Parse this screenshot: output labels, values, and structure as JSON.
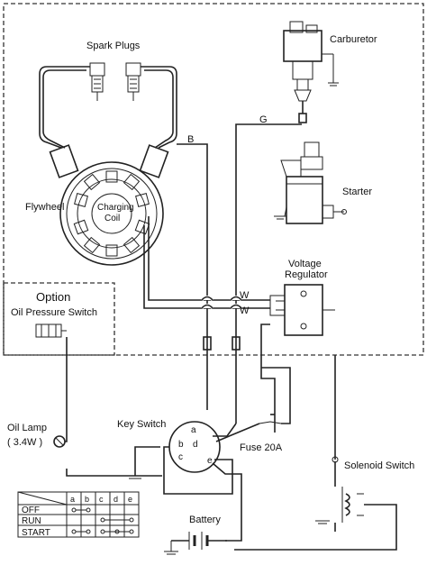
{
  "labels": {
    "spark_plugs": "Spark Plugs",
    "carburetor": "Carburetor",
    "flywheel": "Flywheel",
    "charging_coil_line1": "Charging",
    "charging_coil_line2": "Coil",
    "starter": "Starter",
    "voltage_regulator_line1": "Voltage",
    "voltage_regulator_line2": "Regulator",
    "option_title": "Option",
    "oil_pressure_switch": "Oil Pressure Switch",
    "oil_lamp": "Oil Lamp",
    "oil_lamp_rating": "( 3.4W )",
    "key_switch": "Key Switch",
    "fuse": "Fuse 20A",
    "solenoid_switch": "Solenoid Switch",
    "battery": "Battery"
  },
  "wire_labels": {
    "b": "B",
    "g": "G",
    "w1": "W",
    "w2": "W"
  },
  "key_switch_terminals": [
    "a",
    "b",
    "c",
    "d",
    "e"
  ],
  "switch_table": {
    "columns": [
      "a",
      "b",
      "c",
      "d",
      "e"
    ],
    "rows": [
      "OFF",
      "RUN",
      "START"
    ]
  }
}
